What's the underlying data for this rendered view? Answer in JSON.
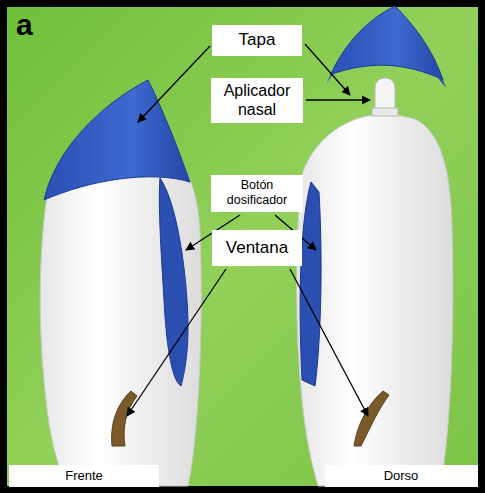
{
  "diagram": {
    "nodes": [
      {
        "text": [
          "Tapa"
        ]
      },
      {
        "text": [
          "Aplicador nasal"
        ]
      },
      {
        "text": [
          "Botón dosificador"
        ]
      },
      {
        "text": [
          "Ventana"
        ]
      },
      {
        "text": [
          "Frente"
        ]
      },
      {
        "text": [
          "Dorso"
        ]
      }
    ],
    "labels": [
      "a"
    ]
  }
}
